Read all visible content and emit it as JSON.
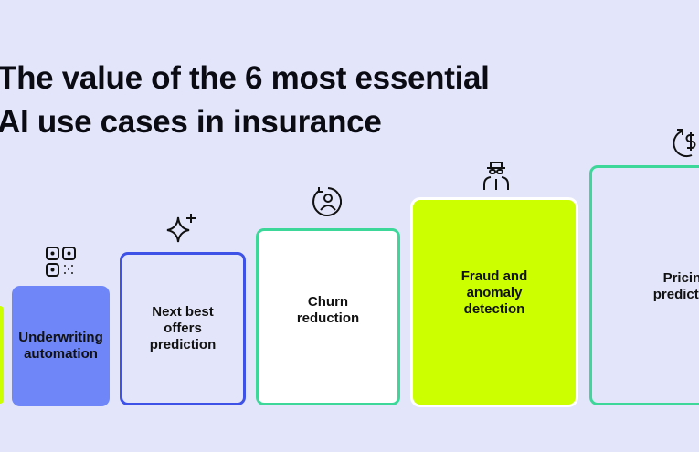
{
  "title": {
    "line1": "The value of the 6 most essential",
    "line2": "AI use cases in insurance"
  },
  "cards": [
    {
      "label": "",
      "icon": "none"
    },
    {
      "label": "Underwriting automation",
      "icon": "grid-dots-icon"
    },
    {
      "label": "Next best offers prediction",
      "icon": "sparkle-icon"
    },
    {
      "label": "Churn reduction",
      "icon": "user-refresh-icon"
    },
    {
      "label": "Fraud and anomaly detection",
      "icon": "spy-icon"
    },
    {
      "label": "Pricing prediction",
      "icon": "dollar-refresh-icon"
    }
  ],
  "colors": {
    "background": "#e3e6fa",
    "lime": "#ccff00",
    "blue": "#6e86f7",
    "indigo": "#3e52e8",
    "green": "#3ed79a"
  }
}
